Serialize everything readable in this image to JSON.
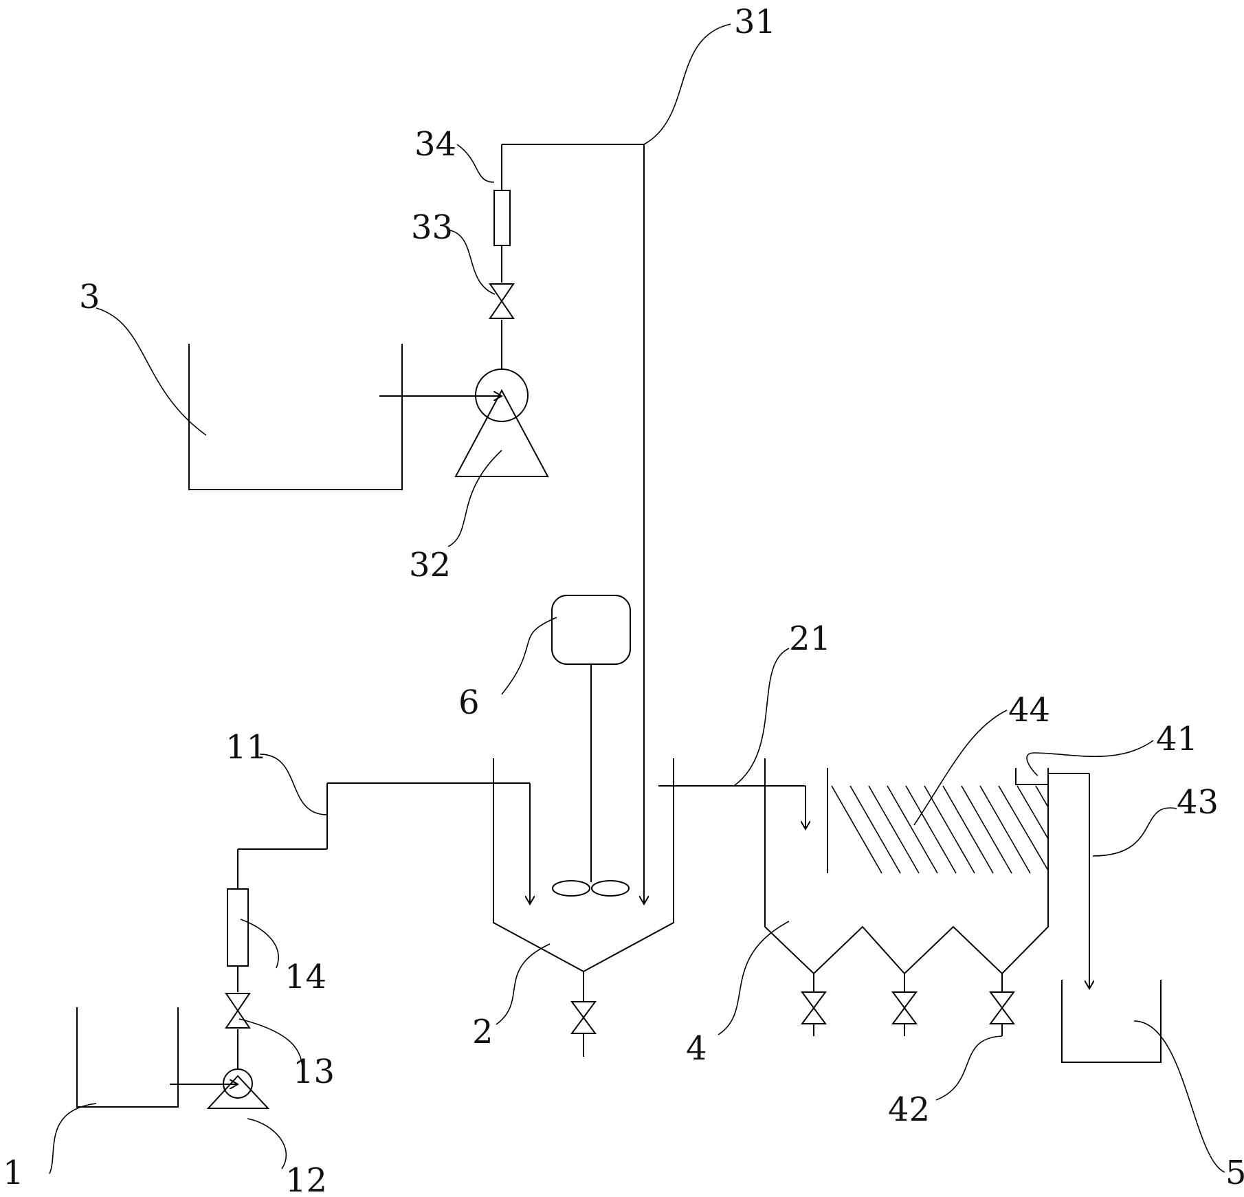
{
  "labels": {
    "l1": "1",
    "l2": "2",
    "l3": "3",
    "l4": "4",
    "l5": "5",
    "l6": "6",
    "l11": "11",
    "l12": "12",
    "l13": "13",
    "l14": "14",
    "l21": "21",
    "l31": "31",
    "l32": "32",
    "l33": "33",
    "l34": "34",
    "l41": "41",
    "l42": "42",
    "l43": "43",
    "l44": "44"
  },
  "colors": {
    "stroke": "#000000",
    "background": "#ffffff"
  }
}
